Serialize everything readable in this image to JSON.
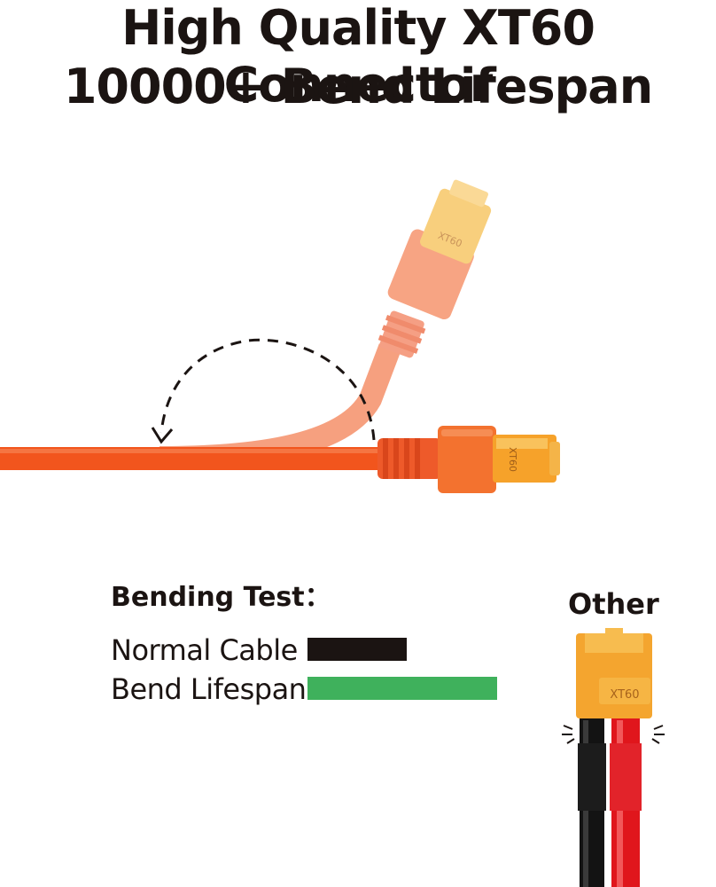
{
  "headline": {
    "line1": "High Quality XT60 Connector",
    "line2": "10000+ Bend Lifespan"
  },
  "illustration": {
    "connector_marking": "XT60",
    "cable_color": "#f2551d",
    "cable_bent_color": "#f6a07f",
    "connector_color": "#f7b23a"
  },
  "bending_test": {
    "title": "Bending Test：",
    "items": [
      {
        "label": "Normal Cable",
        "color": "#1b1412"
      },
      {
        "label": "Bend Lifespan",
        "color": "#3fb15c"
      }
    ]
  },
  "other": {
    "title": "Other",
    "connector_marking": "XT60"
  }
}
